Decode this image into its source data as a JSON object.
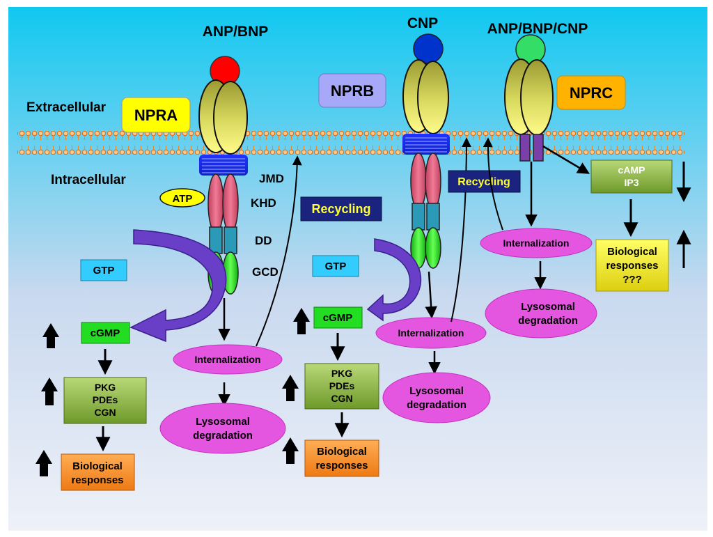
{
  "ligands": {
    "npra": "ANP/BNP",
    "nprb": "CNP",
    "nprc": "ANP/BNP/CNP"
  },
  "regions": {
    "extracellular": "Extracellular",
    "intracellular": "Intracellular"
  },
  "receptors": {
    "npra": "NPRA",
    "nprb": "NPRB",
    "nprc": "NPRC"
  },
  "domains": {
    "jmd": "JMD",
    "khd": "KHD",
    "dd": "DD",
    "gcd": "GCD"
  },
  "atp": "ATP",
  "npra_pathway": {
    "gtp": "GTP",
    "cgmp": "cGMP",
    "effectors": [
      "PKG",
      "PDEs",
      "CGN"
    ],
    "responses": [
      "Biological",
      "responses"
    ],
    "internalization": "Internalization",
    "degradation": [
      "Lysosomal",
      "degradation"
    ],
    "recycling": "Recycling"
  },
  "nprb_pathway": {
    "gtp": "GTP",
    "cgmp": "cGMP",
    "effectors": [
      "PKG",
      "PDEs",
      "CGN"
    ],
    "responses": [
      "Biological",
      "responses"
    ],
    "internalization": "Internalization",
    "degradation": [
      "Lysosomal",
      "degradation"
    ],
    "recycling": "Recycling"
  },
  "nprc_pathway": {
    "second_messengers": [
      "cAMP",
      "IP3"
    ],
    "responses": [
      "Biological",
      "responses",
      "???"
    ],
    "internalization": "Internalization",
    "degradation": [
      "Lysosomal",
      "degradation"
    ]
  },
  "colors": {
    "ligand_npra": "#ff0000",
    "ligand_nprb": "#0033cc",
    "ligand_nprc": "#33dd66",
    "npra_box": "#ffff00",
    "nprb_box": "#a8a8f8",
    "nprc_box": "#ffb300",
    "recycling_box": "#1a237e",
    "purple_arrow": "#6a3fc8",
    "ellipse_magenta": "#e456e0"
  }
}
